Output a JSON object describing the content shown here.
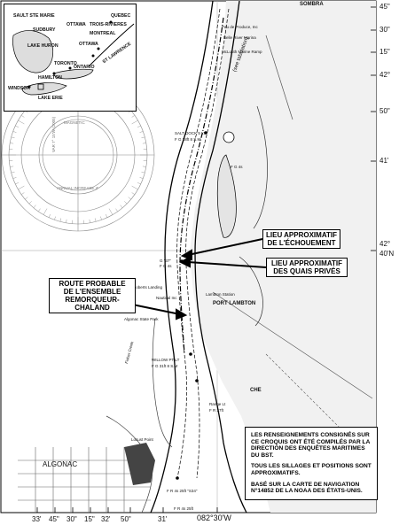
{
  "top_label": "SOMBRA",
  "lat_ticks": [
    "45\"",
    "30\"",
    "15\"",
    "42°",
    "50\"",
    "41'",
    "42°",
    "40'N"
  ],
  "lon_ticks": [
    "33'",
    "45\"",
    "30\"",
    "15\"",
    "32'",
    "50\"",
    "31'",
    "082°30'W"
  ],
  "inset": {
    "labels": [
      "SAULT STE MARIE",
      "SUDBURY",
      "OTTAWA",
      "QUEBEC",
      "TROIS-RIVIERES",
      "MONTREAL",
      "ST LAWRENCE",
      "OTTAWA",
      "LAKE HURON",
      "TORONTO",
      "ONTARIO",
      "HAMILTON",
      "WINDSOR",
      "LAKE ERIE"
    ]
  },
  "callouts": {
    "grounding": [
      "LIEU APPROXIMATIF",
      "DE L'ÉCHOUEMENT"
    ],
    "docks": [
      "LIEU APPROXIMATIF",
      "DES QUAIS PRIVÉS"
    ],
    "route": [
      "ROUTE PROBABLE",
      "DE L'ENSEMBLE",
      "REMORQUEUR-CHALAND"
    ]
  },
  "note": {
    "p1": "LES RENSEIGNEMENTS CONSIGNÉS SUR CE CROQUIS ONT ÉTÉ COMPILÉS PAR LA DIRECTION DES ENQUÊTES MARITIMES DU BST.",
    "p2": "TOUS LES SILLAGES ET POSITIONS SONT APPROXIMATIFS.",
    "p3": "BASÉ SUR LA CARTE DE NAVIGATION N°14852 DE LA NOAA DES ÉTATS-UNIS."
  },
  "places": {
    "port_lambton": "PORT LAMBTON",
    "algonac": "ALGONAC",
    "chenal": "CHE",
    "lambton_station": "Lambton Station",
    "roberts_landing": "Roberts Landing",
    "algonac_state_park": "Algonac State Park",
    "locust_point": "Locust Point",
    "fisher_creek": "Fisher Creek",
    "bowe_river_marina": "Belle River Marina",
    "mclouth": "McLouth Marine Ramp",
    "pau": "Pau de Produce, Inc",
    "ship_channel": "(see tabulation)",
    "salt_dock": "SALT DOCK 5 LT",
    "salt_dock_fl": "F G 28ft 8 S.M",
    "willow": "WILLOW PT LT",
    "willow_fl": "F G 31ft 8 S.M",
    "range_lt": "Range Lt",
    "range_fl": "F R 37ft",
    "nautical": "Nautical Inc",
    "fl_r4": "F R 4s 25ft \"S34\"",
    "fl_bottom": "F R 4s 25ft",
    "buoy_g": "G \"37\"",
    "buoy_g2": "F G 4s",
    "fl2": "F G 4s",
    "rose_1": "MAGNETIC",
    "rose_2": "VAR 7° 15'W (2005)",
    "rose_3": "ANNUAL INCREASE 4'"
  }
}
